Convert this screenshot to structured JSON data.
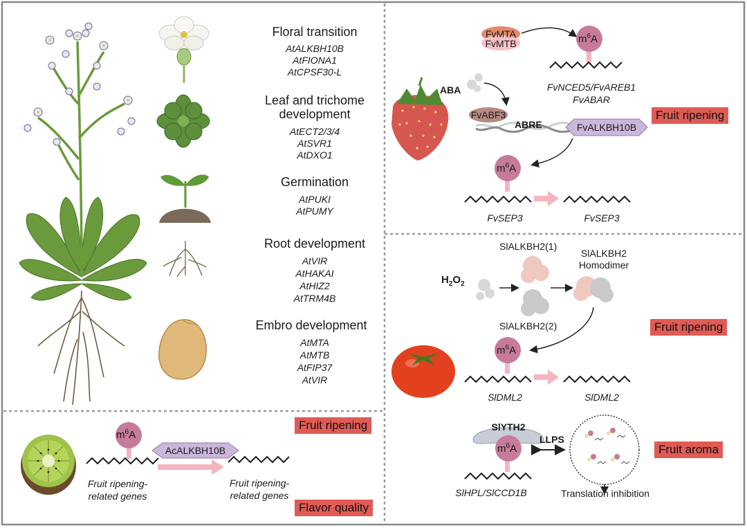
{
  "colors": {
    "border": "#888888",
    "divider": "#9a9a9a",
    "tag_bg": "#e05b55",
    "m6a_circle": "#c77b9b",
    "m6a_stem": "#f2b6c3",
    "arrow_pink": "#f4b4c0",
    "protein_purple": "#cbb6dc",
    "fvmta": "#e5896d",
    "fvmtb": "#f6c0c6",
    "fvabf3": "#b78a84"
  },
  "arabidopsis": {
    "groups": [
      {
        "title": "Floral transition",
        "genes": [
          "AtALKBH10B",
          "AtFIONA1",
          "AtCPSF30-L"
        ],
        "icon": "flower-icon"
      },
      {
        "title_line1": "Leaf and trichome",
        "title_line2": "development",
        "genes": [
          "AtECT2/3/4",
          "AtSVR1",
          "AtDXO1"
        ],
        "icon": "rosette-icon"
      },
      {
        "title": "Germination",
        "genes": [
          "AtPUKI",
          "AtPUMY"
        ],
        "icon": "seedling-icon"
      },
      {
        "title": "Root development",
        "genes": [
          "AtVIR",
          "AtHAKAI",
          "AtHIZ2",
          "AtTRM4B"
        ],
        "icon": "root-icon"
      },
      {
        "title": "Embro development",
        "genes": [
          "AtMTA",
          "AtMTB",
          "AtFIP37",
          "AtVIR"
        ],
        "icon": "seed-icon"
      }
    ]
  },
  "kiwi": {
    "tag_top": "Fruit ripening",
    "tag_bottom": "Flavor quality",
    "m6a_base": "m",
    "m6a_sup": "6",
    "m6a_tail": "A",
    "protein": "AcALKBH10B",
    "left_gene_line1": "Fruit ripening-",
    "left_gene_line2": "related genes",
    "right_gene_line1": "Fruit ripening-",
    "right_gene_line2": "related genes"
  },
  "strawberry": {
    "tag": "Fruit ripening",
    "fvmta": "FvMTA",
    "fvmtb": "FvMTB",
    "targets_line1": "FvNCED5/FvAREB1",
    "targets_line2": "FvABAR",
    "aba": "ABA",
    "abf3": "FvABF3",
    "abre": "ABRE",
    "alkbh": "FvALKBH10B",
    "sep3_left": "FvSEP3",
    "sep3_right": "FvSEP3"
  },
  "tomato": {
    "tag_ripening": "Fruit ripening",
    "tag_aroma": "Fruit aroma",
    "h2o2_h": "H",
    "h2o2_2a": "2",
    "h2o2_o": "O",
    "h2o2_2b": "2",
    "alkbh2_1": "SlALKBH2(1)",
    "alkbh2_2": "SlALKBH2(2)",
    "dimer_line1": "SlALKBH2",
    "dimer_line2": "Homodimer",
    "dml_left": "SlDML2",
    "dml_right": "SlDML2",
    "yth": "SlYTH2",
    "llps": "LLPS",
    "hpl": "SlHPL/SlCCD1B",
    "translation": "Translation inhibition"
  }
}
